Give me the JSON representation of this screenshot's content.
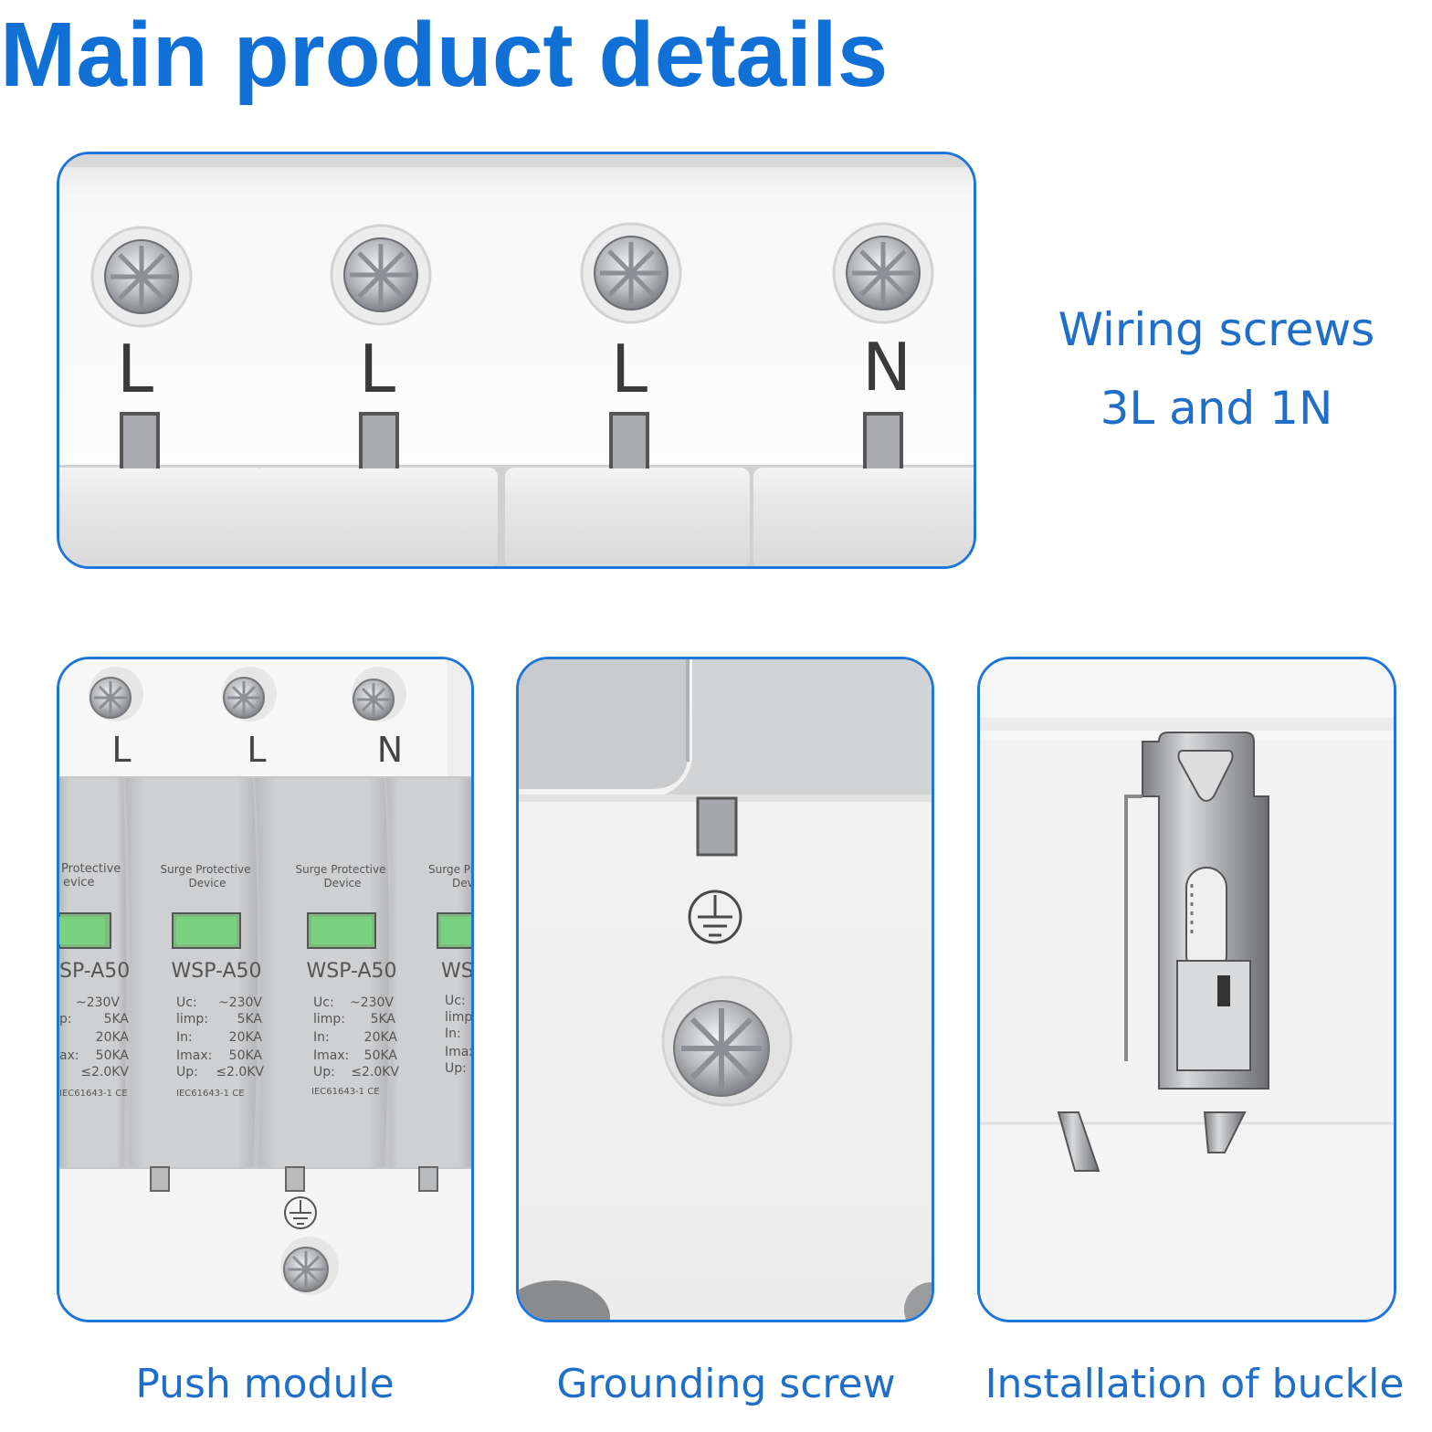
{
  "title": "Main product details",
  "wiring": {
    "caption_line1": "Wiring screws",
    "caption_line2": "3L and 1N",
    "terminals": [
      "L",
      "L",
      "L",
      "N"
    ]
  },
  "push_module": {
    "caption": "Push module",
    "terminals": [
      "L",
      "L",
      "N"
    ],
    "modules": [
      {
        "name_line1": "Protective",
        "name_line2": "evice",
        "model": "SP-A50",
        "specs": [
          "~230V",
          "5KA",
          "20KA",
          "50KA",
          "≤2.0KV"
        ],
        "spec_labels": [
          "",
          "p:",
          "",
          "ax:",
          ""
        ],
        "cert": "IEC61643-1 CE"
      },
      {
        "name_line1": "Surge Protective",
        "name_line2": "Device",
        "model": "WSP-A50",
        "specs": [
          "~230V",
          "5KA",
          "20KA",
          "50KA",
          "≤2.0KV"
        ],
        "spec_labels": [
          "Uc:",
          "limp:",
          "In:",
          "Imax:",
          "Up:"
        ],
        "cert": "IEC61643-1 CE"
      },
      {
        "name_line1": "Surge Protective",
        "name_line2": "Device",
        "model": "WSP-A50",
        "specs": [
          "~230V",
          "5KA",
          "20KA",
          "50KA",
          "≤2.0KV"
        ],
        "spec_labels": [
          "Uc:",
          "limp:",
          "In:",
          "Imax:",
          "Up:"
        ],
        "cert": "IEC61643-1 CE"
      },
      {
        "name_line1": "Surge Pro",
        "name_line2": "Devi",
        "model": "WSI",
        "specs": [
          "",
          "",
          "",
          "",
          ""
        ],
        "spec_labels": [
          "Uc:",
          "limp",
          "In:",
          "Imax",
          "Up:"
        ],
        "cert": ""
      }
    ]
  },
  "grounding": {
    "caption": "Grounding screw"
  },
  "buckle": {
    "caption": "Installation of buckle"
  },
  "colors": {
    "accent": "#1f76d8",
    "title": "#1170d6",
    "caption": "#1f6fc8",
    "module_grey": "#cfd0d2",
    "window_green": "#6fcf7a"
  }
}
